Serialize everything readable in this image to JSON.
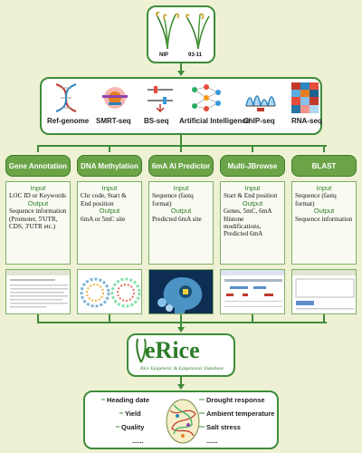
{
  "top": {
    "nip": "NIP",
    "n9311": "93-11"
  },
  "technologies": [
    {
      "label": "Ref-genome",
      "icon": "dna-helix-icon"
    },
    {
      "label": "SMRT-seq",
      "icon": "sequencer-icon"
    },
    {
      "label": "BS-seq",
      "icon": "bisulfite-icon"
    },
    {
      "label": "Artificial Intelligence",
      "icon": "neural-network-icon"
    },
    {
      "label": "ChIP-seq",
      "icon": "chip-peaks-icon"
    },
    {
      "label": "RNA-seq",
      "icon": "heatmap-icon"
    }
  ],
  "modules": [
    {
      "name": "Gene Annotation",
      "input": "LOC ID or Keywords",
      "output": "Sequence information (Promoter, 5'UTR, CDS, 3'UTR etc.)"
    },
    {
      "name": "DNA Methylation",
      "input": "Chr code, Start & End position",
      "output": "6mA or 5mC site"
    },
    {
      "name": "6mA AI Predictor",
      "input": "Sequence (fastq format)",
      "output": "Predicted 6mA site"
    },
    {
      "name": "Multi-JBrowse",
      "input": "Start & End position",
      "output": "Genes, 5mC, 6mA Histone modifications, Predicted 6mA"
    },
    {
      "name": "BLAST",
      "input": "Sequence (fastq format)",
      "output": "Sequence information"
    }
  ],
  "labels": {
    "input": "Input",
    "output": "Output"
  },
  "logo": {
    "name": "eRice",
    "tagline": "Rice Epigenetic & Epigenomic Database"
  },
  "traits_left": [
    "Heading date",
    "Yield",
    "Quality",
    "......"
  ],
  "traits_right": [
    "Drought response",
    "Ambient temperature",
    "Salt stress",
    "......"
  ],
  "colors": {
    "green": "#3e8c3a",
    "header": "#6aa447",
    "background": "#eef1d4"
  }
}
